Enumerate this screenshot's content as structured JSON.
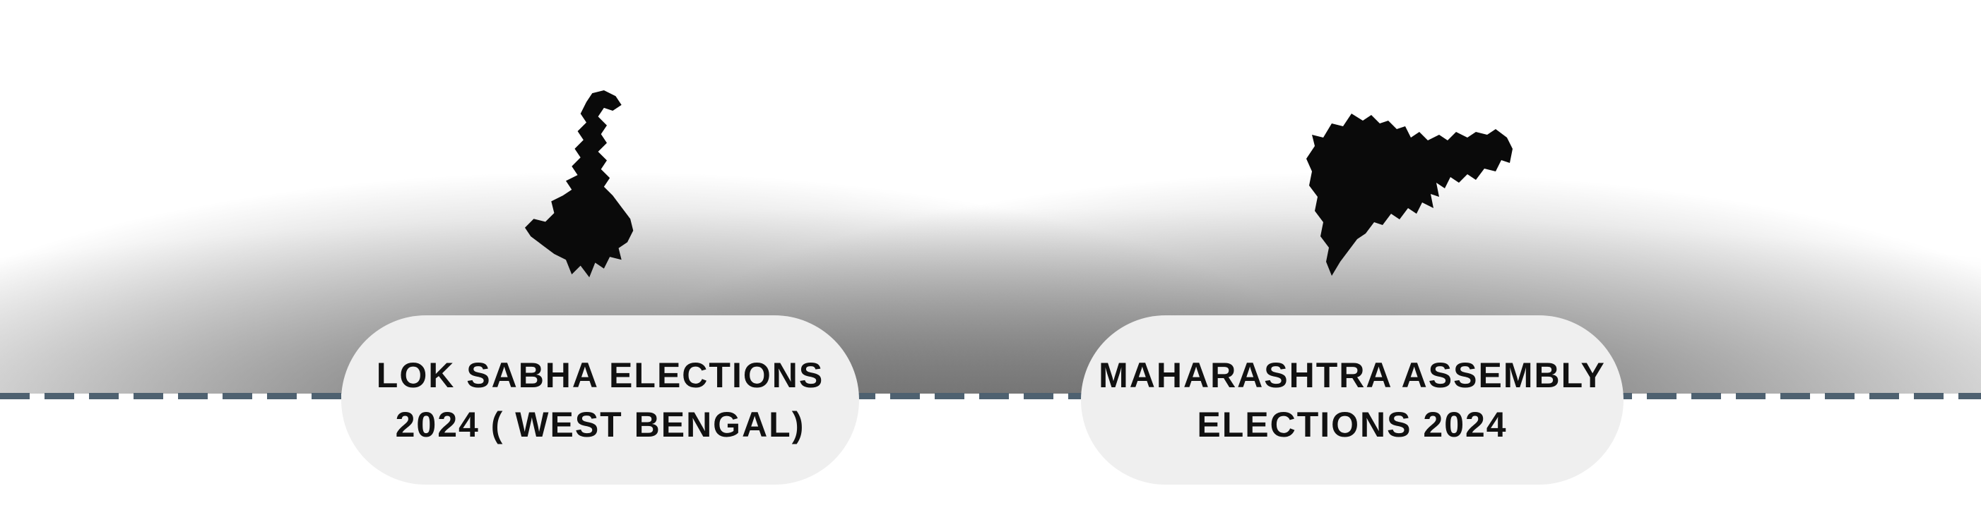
{
  "panels": [
    {
      "id": "west-bengal",
      "map_icon": "west-bengal-map-icon",
      "label_line1": "LOK SABHA ELECTIONS",
      "label_line2": "2024 ( WEST BENGAL)"
    },
    {
      "id": "maharashtra",
      "map_icon": "maharashtra-map-icon",
      "label_line1": "MAHARASHTRA ASSEMBLY",
      "label_line2": "ELECTIONS 2024"
    }
  ],
  "colors": {
    "map_fill": "#0a0a0a",
    "label_bg": "#efefef",
    "label_text": "#111111",
    "dash": "#4e6170",
    "background": "#ffffff"
  }
}
